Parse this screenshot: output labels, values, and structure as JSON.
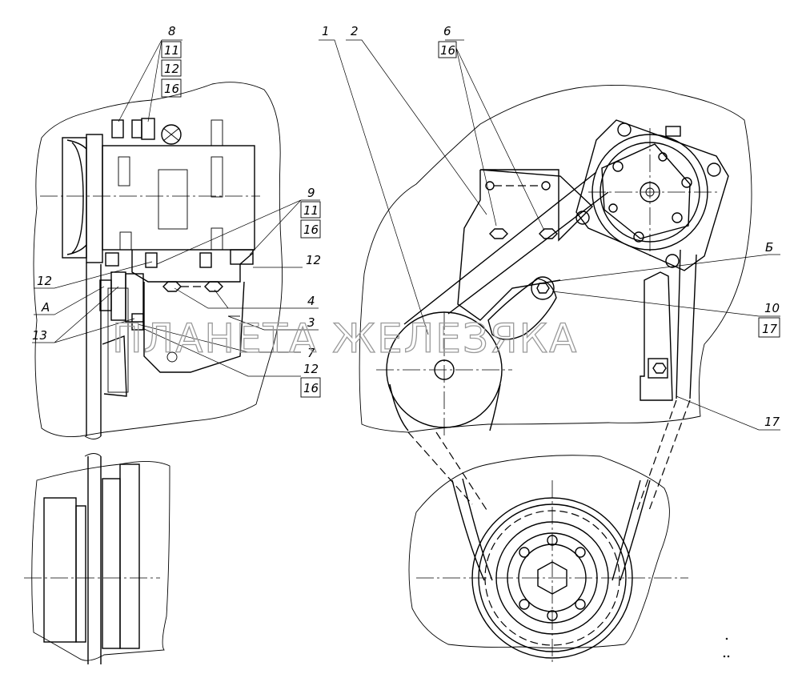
{
  "watermark": "ПЛАНЕТА ЖЕЛЕЗЯКА",
  "callouts": {
    "c8": "8",
    "c8_11": "11",
    "c8_12": "12",
    "c8_16": "16",
    "c9": "9",
    "c9_11": "11",
    "c9_16": "16",
    "c12_right": "12",
    "c12_left": "12",
    "cA": "А",
    "c4": "4",
    "c13": "13",
    "c3": "3",
    "c7": "7",
    "c12_low": "12",
    "c12_low_16": "16",
    "c1": "1",
    "c2": "2",
    "c6": "6",
    "c6_16": "16",
    "cB": "Б",
    "c10": "10",
    "c10_17": "17",
    "c17": "17"
  }
}
